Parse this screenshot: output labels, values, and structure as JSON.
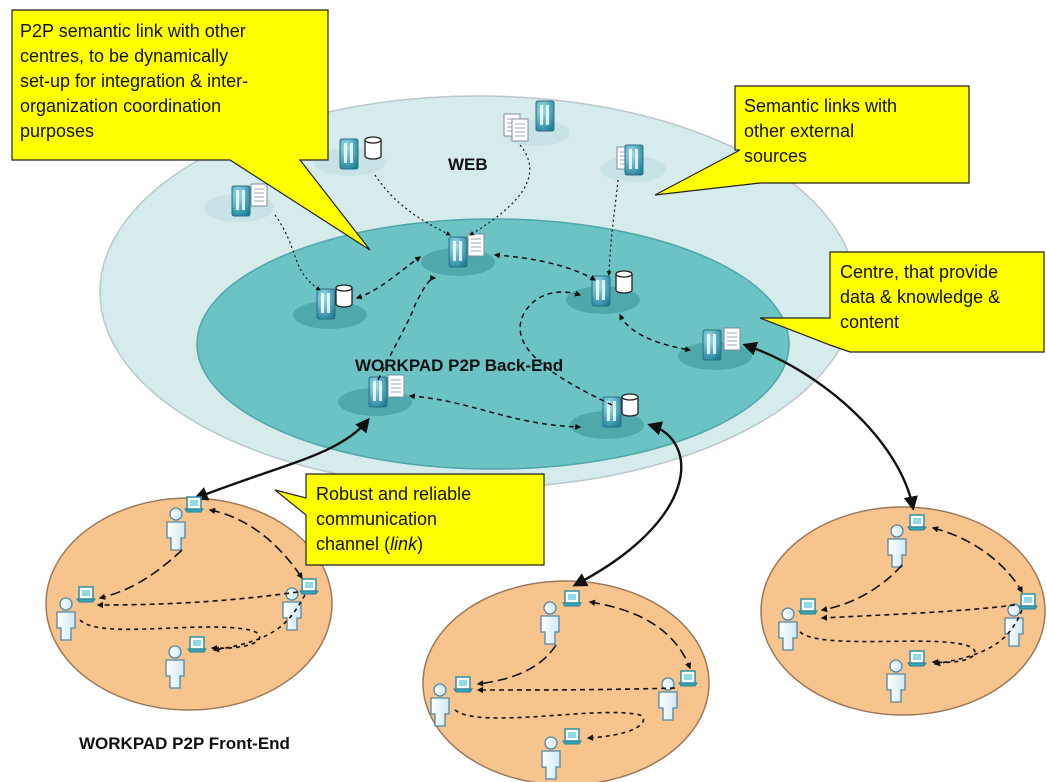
{
  "labels": {
    "web": "WEB",
    "backend": "WORKPAD P2P Back-End",
    "frontend": "WORKPAD P2P Front-End"
  },
  "callouts": {
    "p2p_semantic": {
      "lines": [
        "P2P semantic link with other",
        "centres, to be dynamically",
        "set-up for integration & inter-",
        "organization coordination",
        "purposes"
      ]
    },
    "semantic_links": {
      "lines": [
        "Semantic links with",
        "other external",
        "sources"
      ]
    },
    "centre": {
      "lines": [
        "Centre, that provide",
        "data & knowledge &",
        "content"
      ]
    },
    "robust": {
      "lines": [
        "Robust and reliable",
        "communication",
        "channel ("
      ],
      "italic": "link",
      "close": ")"
    }
  },
  "colors": {
    "web_ellipse": "#d6ecec",
    "backend_ellipse": "#6cc3c4",
    "frontend_ellipse": "#f8c48e",
    "callout_fill": "#ffff00",
    "node": "#3a9fb5",
    "laptop": "#36a9b9"
  },
  "icons": {
    "server": "server-icon",
    "database": "database-icon",
    "document": "document-icon",
    "person": "person-icon",
    "laptop": "laptop-icon"
  }
}
